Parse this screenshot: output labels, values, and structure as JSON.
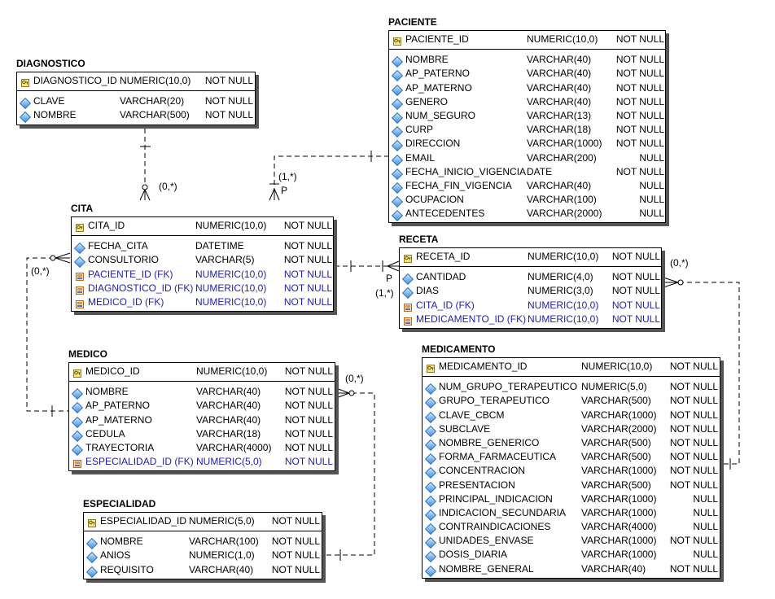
{
  "entities": {
    "diagnostico": {
      "name": "DIAGNOSTICO",
      "pk": [
        {
          "name": "DIAGNOSTICO_ID",
          "type": "NUMERIC(10,0)",
          "null": "NOT NULL"
        }
      ],
      "attrs": [
        {
          "name": "CLAVE",
          "type": "VARCHAR(20)",
          "null": "NOT NULL",
          "fk": false
        },
        {
          "name": "NOMBRE",
          "type": "VARCHAR(500)",
          "null": "NOT NULL",
          "fk": false
        }
      ]
    },
    "paciente": {
      "name": "PACIENTE",
      "pk": [
        {
          "name": "PACIENTE_ID",
          "type": "NUMERIC(10,0)",
          "null": "NOT NULL"
        }
      ],
      "attrs": [
        {
          "name": "NOMBRE",
          "type": "VARCHAR(40)",
          "null": "NOT NULL",
          "fk": false
        },
        {
          "name": "AP_PATERNO",
          "type": "VARCHAR(40)",
          "null": "NOT NULL",
          "fk": false
        },
        {
          "name": "AP_MATERNO",
          "type": "VARCHAR(40)",
          "null": "NOT NULL",
          "fk": false
        },
        {
          "name": "GENERO",
          "type": "VARCHAR(40)",
          "null": "NOT NULL",
          "fk": false
        },
        {
          "name": "NUM_SEGURO",
          "type": "VARCHAR(13)",
          "null": "NOT NULL",
          "fk": false
        },
        {
          "name": "CURP",
          "type": "VARCHAR(18)",
          "null": "NOT NULL",
          "fk": false
        },
        {
          "name": "DIRECCION",
          "type": "VARCHAR(1000)",
          "null": "NOT NULL",
          "fk": false
        },
        {
          "name": "EMAIL",
          "type": "VARCHAR(200)",
          "null": "NULL",
          "fk": false
        },
        {
          "name": "FECHA_INICIO_VIGENCIA",
          "type": "DATE",
          "null": "NOT NULL",
          "fk": false
        },
        {
          "name": "FECHA_FIN_VIGENCIA",
          "type": "VARCHAR(40)",
          "null": "NULL",
          "fk": false
        },
        {
          "name": "OCUPACION",
          "type": "VARCHAR(100)",
          "null": "NULL",
          "fk": false
        },
        {
          "name": "ANTECEDENTES",
          "type": "VARCHAR(2000)",
          "null": "NULL",
          "fk": false
        }
      ]
    },
    "cita": {
      "name": "CITA",
      "pk": [
        {
          "name": "CITA_ID",
          "type": "NUMERIC(10,0)",
          "null": "NOT NULL"
        }
      ],
      "attrs": [
        {
          "name": "FECHA_CITA",
          "type": "DATETIME",
          "null": "NOT NULL",
          "fk": false
        },
        {
          "name": "CONSULTORIO",
          "type": "VARCHAR(5)",
          "null": "NOT NULL",
          "fk": false
        },
        {
          "name": "PACIENTE_ID (FK)",
          "type": "NUMERIC(10,0)",
          "null": "NOT NULL",
          "fk": true
        },
        {
          "name": "DIAGNOSTICO_ID (FK)",
          "type": "NUMERIC(10,0)",
          "null": "NOT NULL",
          "fk": true
        },
        {
          "name": "MEDICO_ID (FK)",
          "type": "NUMERIC(10,0)",
          "null": "NOT NULL",
          "fk": true
        }
      ]
    },
    "receta": {
      "name": "RECETA",
      "pk": [
        {
          "name": "RECETA_ID",
          "type": "NUMERIC(10,0)",
          "null": "NOT NULL"
        }
      ],
      "attrs": [
        {
          "name": "CANTIDAD",
          "type": "NUMERIC(4,0)",
          "null": "NOT NULL",
          "fk": false
        },
        {
          "name": "DIAS",
          "type": "NUMERIC(3,0)",
          "null": "NOT NULL",
          "fk": false
        },
        {
          "name": "CITA_ID (FK)",
          "type": "NUMERIC(10,0)",
          "null": "NOT NULL",
          "fk": true
        },
        {
          "name": "MEDICAMENTO_ID (FK)",
          "type": "NUMERIC(10,0)",
          "null": "NOT NULL",
          "fk": true
        }
      ]
    },
    "medico": {
      "name": "MEDICO",
      "pk": [
        {
          "name": "MEDICO_ID",
          "type": "NUMERIC(10,0)",
          "null": "NOT NULL"
        }
      ],
      "attrs": [
        {
          "name": "NOMBRE",
          "type": "VARCHAR(40)",
          "null": "NOT NULL",
          "fk": false
        },
        {
          "name": "AP_PATERNO",
          "type": "VARCHAR(40)",
          "null": "NOT NULL",
          "fk": false
        },
        {
          "name": "AP_MATERNO",
          "type": "VARCHAR(40)",
          "null": "NOT NULL",
          "fk": false
        },
        {
          "name": "CEDULA",
          "type": "VARCHAR(18)",
          "null": "NOT NULL",
          "fk": false
        },
        {
          "name": "TRAYECTORIA",
          "type": "VARCHAR(4000)",
          "null": "NOT NULL",
          "fk": false
        },
        {
          "name": "ESPECIALIDAD_ID (FK)",
          "type": "NUMERIC(5,0)",
          "null": "NOT NULL",
          "fk": true
        }
      ]
    },
    "medicamento": {
      "name": "MEDICAMENTO",
      "pk": [
        {
          "name": "MEDICAMENTO_ID",
          "type": "NUMERIC(10,0)",
          "null": "NOT NULL"
        }
      ],
      "attrs": [
        {
          "name": "NUM_GRUPO_TERAPEUTICO",
          "type": "NUMERIC(5,0)",
          "null": "NOT NULL",
          "fk": false
        },
        {
          "name": "GRUPO_TERAPEUTICO",
          "type": "VARCHAR(500)",
          "null": "NOT NULL",
          "fk": false
        },
        {
          "name": "CLAVE_CBCM",
          "type": "VARCHAR(1000)",
          "null": "NOT NULL",
          "fk": false
        },
        {
          "name": "SUBCLAVE",
          "type": "VARCHAR(2000)",
          "null": "NOT NULL",
          "fk": false
        },
        {
          "name": "NOMBRE_GENERICO",
          "type": "VARCHAR(500)",
          "null": "NOT NULL",
          "fk": false
        },
        {
          "name": "FORMA_FARMACEUTICA",
          "type": "VARCHAR(500)",
          "null": "NOT NULL",
          "fk": false
        },
        {
          "name": "CONCENTRACION",
          "type": "VARCHAR(1000)",
          "null": "NOT NULL",
          "fk": false
        },
        {
          "name": "PRESENTACION",
          "type": "VARCHAR(500)",
          "null": "NOT NULL",
          "fk": false
        },
        {
          "name": "PRINCIPAL_INDICACION",
          "type": "VARCHAR(1000)",
          "null": "NULL",
          "fk": false
        },
        {
          "name": "INDICACION_SECUNDARIA",
          "type": "VARCHAR(1000)",
          "null": "NULL",
          "fk": false
        },
        {
          "name": "CONTRAINDICACIONES",
          "type": "VARCHAR(4000)",
          "null": "NULL",
          "fk": false
        },
        {
          "name": "UNIDADES_ENVASE",
          "type": "VARCHAR(1000)",
          "null": "NOT NULL",
          "fk": false
        },
        {
          "name": "DOSIS_DIARIA",
          "type": "VARCHAR(1000)",
          "null": "NULL",
          "fk": false
        },
        {
          "name": "NOMBRE_GENERAL",
          "type": "VARCHAR(40)",
          "null": "NOT NULL",
          "fk": false
        }
      ]
    },
    "especialidad": {
      "name": "ESPECIALIDAD",
      "pk": [
        {
          "name": "ESPECIALIDAD_ID",
          "type": "NUMERIC(5,0)",
          "null": "NOT NULL"
        }
      ],
      "attrs": [
        {
          "name": "NOMBRE",
          "type": "VARCHAR(100)",
          "null": "NOT NULL",
          "fk": false
        },
        {
          "name": "ANIOS",
          "type": "NUMERIC(1,0)",
          "null": "NOT NULL",
          "fk": false
        },
        {
          "name": "REQUISITO",
          "type": "VARCHAR(40)",
          "null": "NOT NULL",
          "fk": false
        }
      ]
    }
  },
  "relationship_labels": {
    "diagnostico_cita": "(0,*)",
    "paciente_cita": "(1,*)",
    "paciente_cita_p": "P",
    "cita_medico": "(0,*)",
    "cita_receta": "(1,*)",
    "cita_receta_p": "P",
    "receta_medicamento": "(0,*)",
    "medico_especialidad": "(0,*)"
  },
  "colors": {
    "fk_text": "#1f1fa8",
    "shadow": "#555555",
    "line": "#000000"
  },
  "icons": {
    "primary_key": "key-icon",
    "attribute": "diamond-icon",
    "foreign_key": "fk-icon"
  }
}
